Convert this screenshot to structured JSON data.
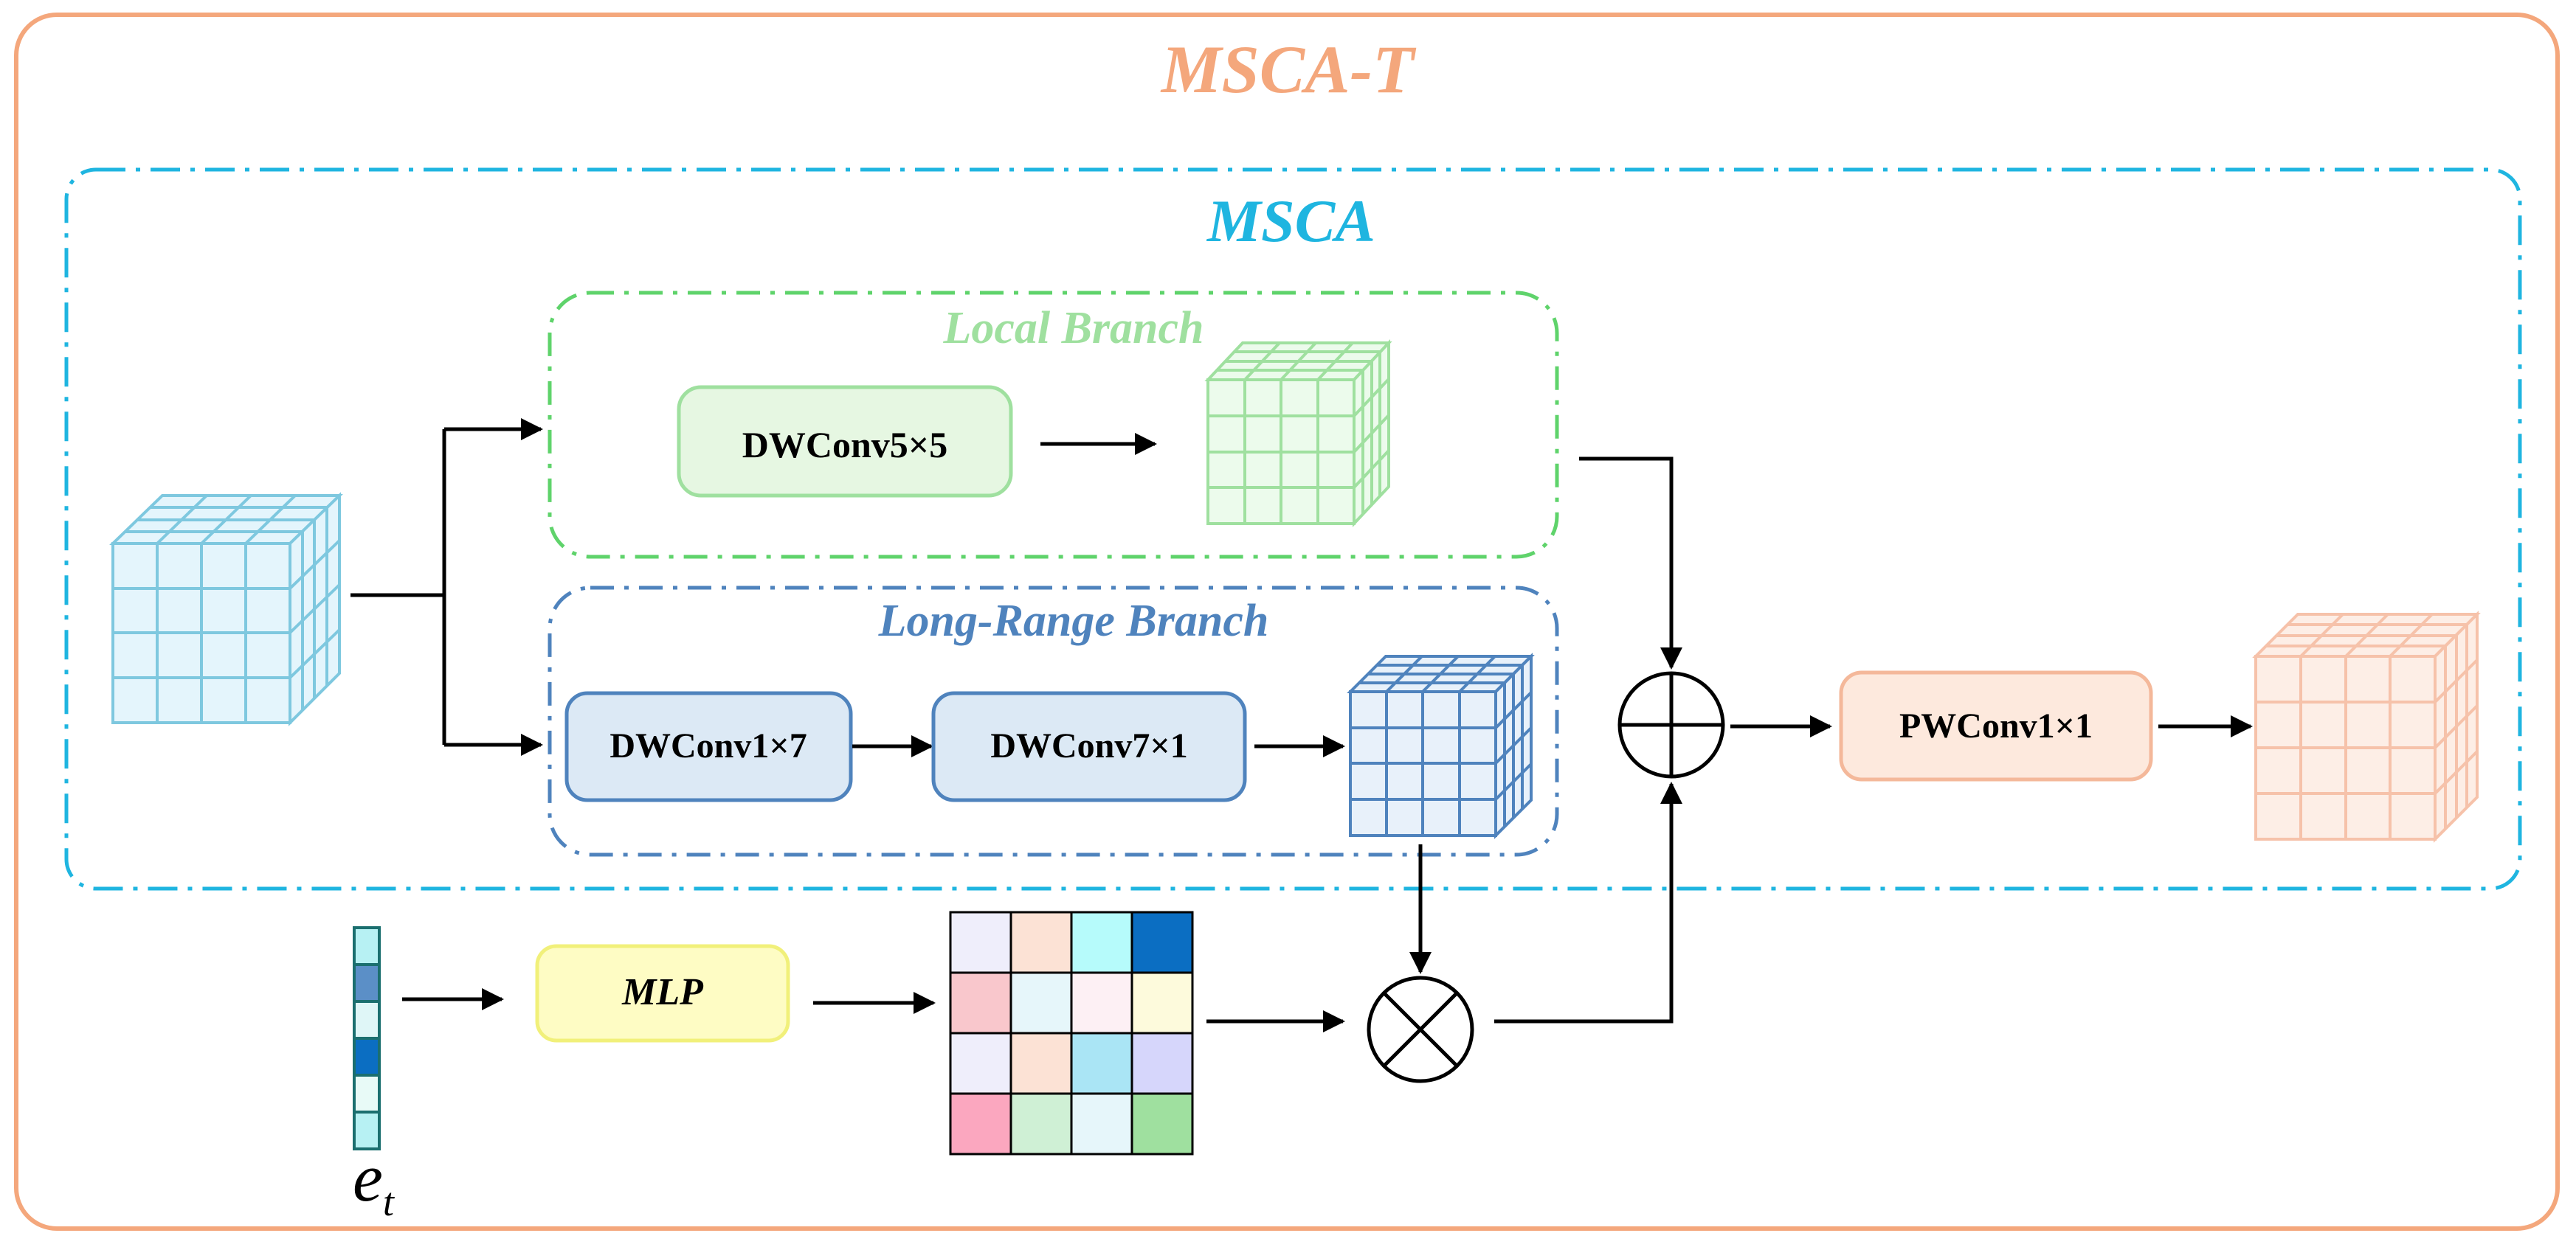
{
  "diagram": {
    "outer_title": "MSCA-T",
    "inner_title": "MSCA",
    "local_branch": "Local Branch",
    "long_branch": "Long-Range Branch",
    "blocks": {
      "dwconv5": "DWConv5×5",
      "dwconv17": "DWConv1×7",
      "dwconv71": "DWConv7×1",
      "pwconv": "PWConv1×1",
      "mlp": "MLP"
    },
    "embedding": {
      "symbol": "e",
      "subscript": "t"
    },
    "colors": {
      "outer_border": "#f4a77c",
      "msca_border": "#1fb5e0",
      "local_border": "#5fd36b",
      "long_border": "#4f83bd",
      "local_text": "#9fe09f",
      "long_text": "#4f83bd",
      "outer_text": "#f4a77c",
      "msca_text": "#1fb5e0"
    }
  }
}
